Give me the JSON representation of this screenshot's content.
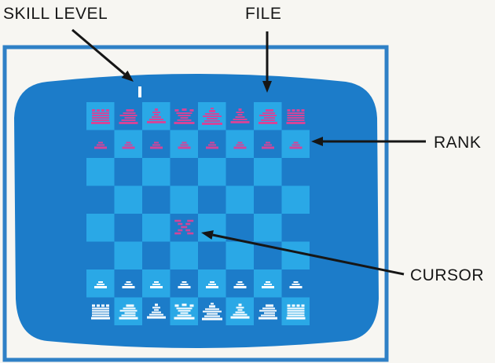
{
  "labels": {
    "skill_level": "SKILL LEVEL",
    "file": "FILE",
    "rank": "RANK",
    "cursor": "CURSOR"
  },
  "colors": {
    "page_background": "#f7f6f2",
    "frame": "#2f80c6",
    "screen": "#1c7cc9",
    "light_square": "#2aa8e6",
    "dark_square": "#1c7cc9",
    "black_pieces": "#d2459a",
    "white_pieces": "#ffffff",
    "callout_arrows": "#161616"
  },
  "board": {
    "files": 8,
    "ranks": 8,
    "pieces": [
      {
        "rank": 8,
        "file": 1,
        "piece": "rook-icon",
        "side": "black"
      },
      {
        "rank": 8,
        "file": 2,
        "piece": "knight-icon",
        "side": "black"
      },
      {
        "rank": 8,
        "file": 3,
        "piece": "bishop-icon",
        "side": "black"
      },
      {
        "rank": 8,
        "file": 4,
        "piece": "queen-icon",
        "side": "black"
      },
      {
        "rank": 8,
        "file": 5,
        "piece": "king-icon",
        "side": "black"
      },
      {
        "rank": 8,
        "file": 6,
        "piece": "bishop-icon",
        "side": "black"
      },
      {
        "rank": 8,
        "file": 7,
        "piece": "knight-icon",
        "side": "black"
      },
      {
        "rank": 8,
        "file": 8,
        "piece": "rook-icon",
        "side": "black"
      },
      {
        "rank": 7,
        "file": 1,
        "piece": "pawn-icon",
        "side": "black"
      },
      {
        "rank": 7,
        "file": 2,
        "piece": "pawn-icon",
        "side": "black"
      },
      {
        "rank": 7,
        "file": 3,
        "piece": "pawn-icon",
        "side": "black"
      },
      {
        "rank": 7,
        "file": 4,
        "piece": "pawn-icon",
        "side": "black"
      },
      {
        "rank": 7,
        "file": 5,
        "piece": "pawn-icon",
        "side": "black"
      },
      {
        "rank": 7,
        "file": 6,
        "piece": "pawn-icon",
        "side": "black"
      },
      {
        "rank": 7,
        "file": 7,
        "piece": "pawn-icon",
        "side": "black"
      },
      {
        "rank": 7,
        "file": 8,
        "piece": "pawn-icon",
        "side": "black"
      },
      {
        "rank": 2,
        "file": 1,
        "piece": "pawn-icon",
        "side": "white"
      },
      {
        "rank": 2,
        "file": 2,
        "piece": "pawn-icon",
        "side": "white"
      },
      {
        "rank": 2,
        "file": 3,
        "piece": "pawn-icon",
        "side": "white"
      },
      {
        "rank": 2,
        "file": 4,
        "piece": "pawn-icon",
        "side": "white"
      },
      {
        "rank": 2,
        "file": 5,
        "piece": "pawn-icon",
        "side": "white"
      },
      {
        "rank": 2,
        "file": 6,
        "piece": "pawn-icon",
        "side": "white"
      },
      {
        "rank": 2,
        "file": 7,
        "piece": "pawn-icon",
        "side": "white"
      },
      {
        "rank": 2,
        "file": 8,
        "piece": "pawn-icon",
        "side": "white"
      },
      {
        "rank": 1,
        "file": 1,
        "piece": "rook-icon",
        "side": "white"
      },
      {
        "rank": 1,
        "file": 2,
        "piece": "knight-icon",
        "side": "white"
      },
      {
        "rank": 1,
        "file": 3,
        "piece": "bishop-icon",
        "side": "white"
      },
      {
        "rank": 1,
        "file": 4,
        "piece": "queen-icon",
        "side": "white"
      },
      {
        "rank": 1,
        "file": 5,
        "piece": "king-icon",
        "side": "white"
      },
      {
        "rank": 1,
        "file": 6,
        "piece": "bishop-icon",
        "side": "white"
      },
      {
        "rank": 1,
        "file": 7,
        "piece": "knight-icon",
        "side": "white"
      },
      {
        "rank": 1,
        "file": 8,
        "piece": "rook-icon",
        "side": "white"
      }
    ],
    "cursor": {
      "rank": 4,
      "file": 4,
      "icon": "cursor-x-icon"
    }
  }
}
